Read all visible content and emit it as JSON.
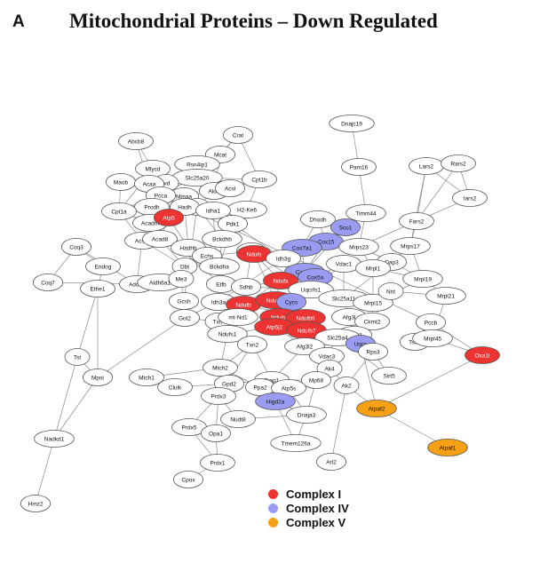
{
  "figure": {
    "letter": "A",
    "title": "Mitochondrial Proteins – Down Regulated"
  },
  "colors": {
    "default_fill": "#ffffff",
    "stroke": "#555555",
    "edge": "#8a8a8a"
  },
  "legend": [
    {
      "label": "Complex I",
      "color": "#ee3333"
    },
    {
      "label": "Complex IV",
      "color": "#9a9cf2"
    },
    {
      "label": "Complex V",
      "color": "#f5a015"
    }
  ],
  "nodes": [
    {
      "id": "Dnajc19",
      "class": "none"
    },
    {
      "id": "Crat",
      "class": "none"
    },
    {
      "id": "Abcb8",
      "class": "none"
    },
    {
      "id": "Mcat",
      "class": "none"
    },
    {
      "id": "Rsn4ip1",
      "class": "none"
    },
    {
      "id": "Mlycd",
      "class": "none"
    },
    {
      "id": "Slc25a20",
      "class": "none"
    },
    {
      "id": "Ivd",
      "class": "none"
    },
    {
      "id": "Pam16",
      "class": "none"
    },
    {
      "id": "Lars2",
      "class": "none"
    },
    {
      "id": "Rars2",
      "class": "none"
    },
    {
      "id": "Maob",
      "class": "none"
    },
    {
      "id": "Acaa",
      "class": "none"
    },
    {
      "id": "Mmaa",
      "class": "none"
    },
    {
      "id": "Aldh",
      "class": "none"
    },
    {
      "id": "Pcca",
      "class": "none"
    },
    {
      "id": "Cpt1b",
      "class": "none"
    },
    {
      "id": "Acsl",
      "class": "none"
    },
    {
      "id": "Dld",
      "class": "none"
    },
    {
      "id": "Iars2",
      "class": "none"
    },
    {
      "id": "Prodh",
      "class": "none"
    },
    {
      "id": "Hadh",
      "class": "none"
    },
    {
      "id": "H2-Ke6",
      "class": "none"
    },
    {
      "id": "Timm44",
      "class": "none"
    },
    {
      "id": "Cpt1a",
      "class": "none"
    },
    {
      "id": "Acadm",
      "class": "none"
    },
    {
      "id": "Idha1",
      "class": "none"
    },
    {
      "id": "Pdk1",
      "class": "none"
    },
    {
      "id": "Dhodh",
      "class": "none"
    },
    {
      "id": "Sco1",
      "class": "IV"
    },
    {
      "id": "Fars2",
      "class": "none"
    },
    {
      "id": "Atp5",
      "class": "I"
    },
    {
      "id": "Acsf3",
      "class": "none"
    },
    {
      "id": "Acad8",
      "class": "none"
    },
    {
      "id": "Bckdhb",
      "class": "none"
    },
    {
      "id": "Cox15",
      "class": "IV"
    },
    {
      "id": "Cox7a1",
      "class": "IV"
    },
    {
      "id": "Mrps23",
      "class": "none"
    },
    {
      "id": "Mrps17",
      "class": "none"
    },
    {
      "id": "Coq3",
      "class": "none"
    },
    {
      "id": "Hadhb",
      "class": "none"
    },
    {
      "id": "Echs",
      "class": "none"
    },
    {
      "id": "Sdha",
      "class": "none"
    },
    {
      "id": "Ndufs",
      "class": "I"
    },
    {
      "id": "Idh3g",
      "class": "none"
    },
    {
      "id": "Vdac1",
      "class": "none"
    },
    {
      "id": "Dap3",
      "class": "none"
    },
    {
      "id": "Endog",
      "class": "none"
    },
    {
      "id": "Dbt",
      "class": "none"
    },
    {
      "id": "Bckdha",
      "class": "none"
    },
    {
      "id": "Cox4i1",
      "class": "IV"
    },
    {
      "id": "Cox5a",
      "class": "IV"
    },
    {
      "id": "Mrpl1",
      "class": "none"
    },
    {
      "id": "Mrpl19",
      "class": "none"
    },
    {
      "id": "Coq7",
      "class": "none"
    },
    {
      "id": "Adck3",
      "class": "none"
    },
    {
      "id": "Aldh6a1",
      "class": "none"
    },
    {
      "id": "Me3",
      "class": "none"
    },
    {
      "id": "Etfb",
      "class": "none"
    },
    {
      "id": "Sdhb",
      "class": "none"
    },
    {
      "id": "Ndufa",
      "class": "I"
    },
    {
      "id": "Uqcrfs1",
      "class": "none"
    },
    {
      "id": "Mrpl21",
      "class": "none"
    },
    {
      "id": "Ethe1",
      "class": "none"
    },
    {
      "id": "Gcsh",
      "class": "none"
    },
    {
      "id": "Idh3a",
      "class": "none"
    },
    {
      "id": "Ndufb",
      "class": "I"
    },
    {
      "id": "Ndufs3",
      "class": "I"
    },
    {
      "id": "Cycs",
      "class": "IV"
    },
    {
      "id": "Slc25a11",
      "class": "none"
    },
    {
      "id": "Mrpl15",
      "class": "none"
    },
    {
      "id": "Nnt",
      "class": "none"
    },
    {
      "id": "Got2",
      "class": "none"
    },
    {
      "id": "Txn",
      "class": "none"
    },
    {
      "id": "mt-Nd1",
      "class": "none"
    },
    {
      "id": "Ndufs2",
      "class": "I"
    },
    {
      "id": "Ndufb9",
      "class": "I"
    },
    {
      "id": "Afg3l",
      "class": "none"
    },
    {
      "id": "Ckmt2",
      "class": "none"
    },
    {
      "id": "Pccb",
      "class": "none"
    },
    {
      "id": "Ndufs1",
      "class": "none"
    },
    {
      "id": "Atp5j2",
      "class": "I"
    },
    {
      "id": "Ndufb7",
      "class": "I"
    },
    {
      "id": "Hspd1",
      "class": "none"
    },
    {
      "id": "Slc25a4",
      "class": "none"
    },
    {
      "id": "Uqcc",
      "class": "IV"
    },
    {
      "id": "Tsfm",
      "class": "none"
    },
    {
      "id": "Mrpl45",
      "class": "none"
    },
    {
      "id": "Txn2",
      "class": "none"
    },
    {
      "id": "Afg3l2",
      "class": "none"
    },
    {
      "id": "Oxa1l",
      "class": "I"
    },
    {
      "id": "Tst",
      "class": "none"
    },
    {
      "id": "Rps3",
      "class": "none"
    },
    {
      "id": "Mpst",
      "class": "none"
    },
    {
      "id": "Mtch1",
      "class": "none"
    },
    {
      "id": "Mtch2",
      "class": "none"
    },
    {
      "id": "Vdac3",
      "class": "none"
    },
    {
      "id": "Ak4",
      "class": "none"
    },
    {
      "id": "Clulk",
      "class": "none"
    },
    {
      "id": "Gpd2",
      "class": "none"
    },
    {
      "id": "Trap1",
      "class": "none"
    },
    {
      "id": "Mp68",
      "class": "none"
    },
    {
      "id": "Ak2",
      "class": "none"
    },
    {
      "id": "Sirt5",
      "class": "none"
    },
    {
      "id": "Ppa2",
      "class": "none"
    },
    {
      "id": "Atp5s",
      "class": "none"
    },
    {
      "id": "Prdx3",
      "class": "none"
    },
    {
      "id": "Higd2a",
      "class": "IV"
    },
    {
      "id": "Nudt8",
      "class": "none"
    },
    {
      "id": "Dnaja3",
      "class": "none"
    },
    {
      "id": "Atpaf2",
      "class": "V"
    },
    {
      "id": "Nadkd1",
      "class": "none"
    },
    {
      "id": "Prdx5",
      "class": "none"
    },
    {
      "id": "Opa1",
      "class": "none"
    },
    {
      "id": "Atpaf1",
      "class": "V"
    },
    {
      "id": "Tmem126a",
      "class": "none"
    },
    {
      "id": "Prdx1",
      "class": "none"
    },
    {
      "id": "Arl2",
      "class": "none"
    },
    {
      "id": "Cpox",
      "class": "none"
    },
    {
      "id": "Hmz2",
      "class": "none"
    }
  ],
  "edges": [
    [
      "Dnajc19",
      "Pam16"
    ],
    [
      "Pam16",
      "Timm44"
    ],
    [
      "Timm44",
      "Mrps23"
    ],
    [
      "Timm44",
      "Sco1"
    ],
    [
      "Lars2",
      "Iars2"
    ],
    [
      "Rars2",
      "Iars2"
    ],
    [
      "Lars2",
      "Fars2"
    ],
    [
      "Rars2",
      "Fars2"
    ],
    [
      "Iars2",
      "Fars2"
    ],
    [
      "Fars2",
      "Mrps17"
    ],
    [
      "Fars2",
      "Mrps23"
    ],
    [
      "Lars2",
      "Mrps17"
    ],
    [
      "Mrps17",
      "Mrpl19"
    ],
    [
      "Mrps17",
      "Dap3"
    ],
    [
      "Mrps23",
      "Mrpl1"
    ],
    [
      "Mrps23",
      "Dap3"
    ],
    [
      "Dap3",
      "Mrpl19"
    ],
    [
      "Mrpl1",
      "Mrpl19"
    ],
    [
      "Mrpl19",
      "Mrpl21"
    ],
    [
      "Mrpl15",
      "Mrpl19"
    ],
    [
      "Mrpl15",
      "Mrpl1"
    ],
    [
      "Nnt",
      "Mrpl21"
    ],
    [
      "Tsfm",
      "Mrpl45"
    ],
    [
      "Mrpl45",
      "Mrpl21"
    ],
    [
      "Pccb",
      "Mrpl45"
    ],
    [
      "Pccb",
      "Tsfm"
    ],
    [
      "Mrpl45",
      "Oxa1l"
    ],
    [
      "Pccb",
      "Oxa1l"
    ],
    [
      "Abcb8",
      "Acaa"
    ],
    [
      "Abcb8",
      "Mlycd"
    ],
    [
      "Crat",
      "Mcat"
    ],
    [
      "Crat",
      "Slc25a20"
    ],
    [
      "Crat",
      "Cpt1b"
    ],
    [
      "Mcat",
      "Rsn4ip1"
    ],
    [
      "Mcat",
      "Aldh"
    ],
    [
      "Mlycd",
      "Ivd"
    ],
    [
      "Mlycd",
      "Pcca"
    ],
    [
      "Mlycd",
      "Cpt1a"
    ],
    [
      "Slc25a20",
      "Cpt1b"
    ],
    [
      "Slc25a20",
      "Cpt1a"
    ],
    [
      "Ivd",
      "Pcca"
    ],
    [
      "Ivd",
      "Acad8"
    ],
    [
      "Pcca",
      "Prodh"
    ],
    [
      "Pcca",
      "Pccb"
    ],
    [
      "Maob",
      "Acaa"
    ],
    [
      "Maob",
      "Cpt1a"
    ],
    [
      "Acaa",
      "Hadh"
    ],
    [
      "Acaa",
      "Acadm"
    ],
    [
      "Mmaa",
      "Pcca"
    ],
    [
      "Mmaa",
      "Acsl"
    ],
    [
      "Aldh",
      "Dld"
    ],
    [
      "Aldh",
      "Acsl"
    ],
    [
      "Cpt1b",
      "Acsl"
    ],
    [
      "Cpt1b",
      "H2-Ke6"
    ],
    [
      "Dld",
      "Idha1"
    ],
    [
      "Dld",
      "Bckdhb"
    ],
    [
      "Dld",
      "Pdk1"
    ],
    [
      "Dld",
      "Gcsh"
    ],
    [
      "Hadh",
      "Hadhb"
    ],
    [
      "Hadh",
      "Acadm"
    ],
    [
      "Prodh",
      "Hadh"
    ],
    [
      "Cpt1a",
      "Acadm"
    ],
    [
      "Cpt1a",
      "Acsf3"
    ],
    [
      "Acadm",
      "Acad8"
    ],
    [
      "Acadm",
      "Hadhb"
    ],
    [
      "Acadm",
      "Etfb"
    ],
    [
      "Acsf3",
      "Adck3"
    ],
    [
      "Acsf3",
      "Dbt"
    ],
    [
      "Acad8",
      "Dbt"
    ],
    [
      "Bckdhb",
      "Bckdha"
    ],
    [
      "Bckdhb",
      "Dbt"
    ],
    [
      "Bckdha",
      "Dbt"
    ],
    [
      "Hadhb",
      "Echs"
    ],
    [
      "Echs",
      "Sdha"
    ],
    [
      "Idha1",
      "Idh3g"
    ],
    [
      "Idha1",
      "Idh3a"
    ],
    [
      "Pdk1",
      "Bckdha"
    ],
    [
      "Coq3",
      "Coq7"
    ],
    [
      "Coq3",
      "Endog"
    ],
    [
      "Coq3",
      "Adck3"
    ],
    [
      "Endog",
      "Ethe1"
    ],
    [
      "Coq7",
      "Adck3"
    ],
    [
      "Adck3",
      "Aldh6a1"
    ],
    [
      "Aldh6a1",
      "Me3"
    ],
    [
      "Aldh6a1",
      "Dbt"
    ],
    [
      "Me3",
      "Got2"
    ],
    [
      "Etfb",
      "Sdhb"
    ],
    [
      "Sdha",
      "Sdhb"
    ],
    [
      "Sdhb",
      "Ndufa"
    ],
    [
      "Sdha",
      "Ndufs"
    ],
    [
      "Sdha",
      "Uqcrfs1"
    ],
    [
      "Sdhb",
      "Uqcrfs1"
    ],
    [
      "Ethe1",
      "Tst"
    ],
    [
      "Ethe1",
      "Mpst"
    ],
    [
      "Tst",
      "Mpst"
    ],
    [
      "Tst",
      "Nadkd1"
    ],
    [
      "Mpst",
      "Nadkd1"
    ],
    [
      "Nadkd1",
      "Hmz2"
    ],
    [
      "Mpst",
      "Got2"
    ],
    [
      "Gcsh",
      "Got2"
    ],
    [
      "Idh3a",
      "Got2"
    ],
    [
      "Idh3a",
      "Idh3g"
    ],
    [
      "Idh3g",
      "Ndufs"
    ],
    [
      "Cox15",
      "Sco1"
    ],
    [
      "Cox15",
      "Cox7a1"
    ],
    [
      "Cox15",
      "Cox4i1"
    ],
    [
      "Cox15",
      "Mrps23"
    ],
    [
      "Dhodh",
      "Cox15"
    ],
    [
      "Dhodh",
      "Cox7a1"
    ],
    [
      "Sco1",
      "Cox4i1"
    ],
    [
      "Cox7a1",
      "Cox4i1"
    ],
    [
      "Cox4i1",
      "Cox5a"
    ],
    [
      "Cox5a",
      "Cycs"
    ],
    [
      "Cox4i1",
      "Ndufs"
    ],
    [
      "Cox5a",
      "Vdac1"
    ],
    [
      "Vdac1",
      "Slc25a11"
    ],
    [
      "Vdac1",
      "Uqcrfs1"
    ],
    [
      "Vdac1",
      "Mrpl1"
    ],
    [
      "Ndufs",
      "Ndufa"
    ],
    [
      "Ndufs",
      "Ndufs3"
    ],
    [
      "Ndufa",
      "Ndufs3"
    ],
    [
      "Ndufa",
      "Ndufb"
    ],
    [
      "Ndufs3",
      "Ndufb"
    ],
    [
      "Ndufs3",
      "Ndufs2"
    ],
    [
      "Ndufs2",
      "Ndufb9"
    ],
    [
      "Ndufs2",
      "Atp5j2"
    ],
    [
      "Ndufb9",
      "Ndufb7"
    ],
    [
      "Ndufb",
      "Ndufb9"
    ],
    [
      "Ndufs3",
      "Cycs"
    ],
    [
      "Ndufs2",
      "Cycs"
    ],
    [
      "Uqcrfs1",
      "Cycs"
    ],
    [
      "Cycs",
      "Ndufb9"
    ],
    [
      "Ndufb",
      "mt-Nd1"
    ],
    [
      "mt-Nd1",
      "Ndufs1"
    ],
    [
      "Ndufs1",
      "Txn2"
    ],
    [
      "Ndufs1",
      "Atp5j2"
    ],
    [
      "Atp5j2",
      "Ndufb7"
    ],
    [
      "Atp5j2",
      "Afg3l2"
    ],
    [
      "Ndufb7",
      "Afg3l2"
    ],
    [
      "Ndufb7",
      "Hspd1"
    ],
    [
      "Hspd1",
      "Slc25a4"
    ],
    [
      "Hspd1",
      "Afg3l"
    ],
    [
      "Slc25a4",
      "Uqcc"
    ],
    [
      "Slc25a4",
      "Vdac3"
    ],
    [
      "Slc25a4",
      "Rps3"
    ],
    [
      "Uqcc",
      "Rps3"
    ],
    [
      "Afg3l",
      "Ckmt2"
    ],
    [
      "Afg3l",
      "Slc25a11"
    ],
    [
      "Ckmt2",
      "Nnt"
    ],
    [
      "Ckmt2",
      "Mrpl15"
    ],
    [
      "Slc25a11",
      "Mrpl15"
    ],
    [
      "Slc25a11",
      "Dap3"
    ],
    [
      "Txn",
      "mt-Nd1"
    ],
    [
      "Txn",
      "Got2"
    ],
    [
      "Txn2",
      "Mtch2"
    ],
    [
      "Txn2",
      "Prdx3"
    ],
    [
      "Afg3l2",
      "Vdac3"
    ],
    [
      "Afg3l2",
      "Ak4"
    ],
    [
      "Afg3l2",
      "Trap1"
    ],
    [
      "Vdac3",
      "Ak4"
    ],
    [
      "Vdac3",
      "Mp68"
    ],
    [
      "Ak4",
      "Ak2"
    ],
    [
      "Ak4",
      "Mp68"
    ],
    [
      "Rps3",
      "Sirt5"
    ],
    [
      "Rps3",
      "Ak2"
    ],
    [
      "Ak2",
      "Atpaf2"
    ],
    [
      "Ak2",
      "Arl2"
    ],
    [
      "Atpaf2",
      "Atpaf1"
    ],
    [
      "Atpaf2",
      "Oxa1l"
    ],
    [
      "Uqcc",
      "Atpaf2"
    ],
    [
      "Mtch1",
      "Clulk"
    ],
    [
      "Mtch1",
      "Mtch2"
    ],
    [
      "Mtch2",
      "Gpd2"
    ],
    [
      "Mtch2",
      "Ppa2"
    ],
    [
      "Gpd2",
      "Prdx3"
    ],
    [
      "Gpd2",
      "Trap1"
    ],
    [
      "Trap1",
      "Atp5s"
    ],
    [
      "Trap1",
      "Mp68"
    ],
    [
      "Ppa2",
      "Higd2a"
    ],
    [
      "Atp5s",
      "Higd2a"
    ],
    [
      "Higd2a",
      "Dnaja3"
    ],
    [
      "Atp5s",
      "Dnaja3"
    ],
    [
      "Mp68",
      "Dnaja3"
    ],
    [
      "Dnaja3",
      "Tmem126a"
    ],
    [
      "Higd2a",
      "Tmem126a"
    ],
    [
      "Prdx3",
      "Nudt8"
    ],
    [
      "Prdx3",
      "Prdx5"
    ],
    [
      "Prdx3",
      "Opa1"
    ],
    [
      "Prdx5",
      "Opa1"
    ],
    [
      "Opa1",
      "Prdx1"
    ],
    [
      "Prdx5",
      "Prdx1"
    ],
    [
      "Prdx1",
      "Cpox"
    ],
    [
      "Nudt8",
      "Dnaja3"
    ],
    [
      "Clulk",
      "Gpd2"
    ],
    [
      "Ndufs1",
      "Mtch2"
    ],
    [
      "Txn2",
      "Trap1"
    ],
    [
      "Slc25a4",
      "Sirt5"
    ],
    [
      "Atp5",
      "Acad8"
    ],
    [
      "Atp5",
      "Idha1"
    ],
    [
      "Atp5",
      "Hadhb"
    ]
  ]
}
